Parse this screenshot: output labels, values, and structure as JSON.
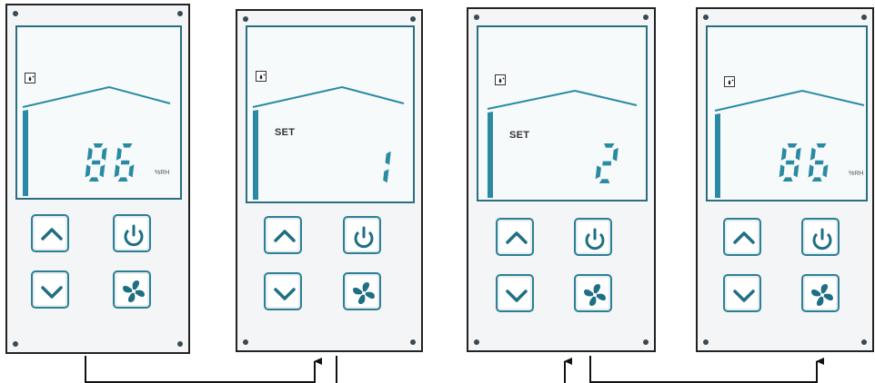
{
  "panels": [
    {
      "id": "panel-1",
      "mode": "reading",
      "set_label": "",
      "value": "86",
      "unit": "%RH"
    },
    {
      "id": "panel-2",
      "mode": "set",
      "set_label": "SET",
      "value": "1",
      "unit": ""
    },
    {
      "id": "panel-3",
      "mode": "set",
      "set_label": "SET",
      "value": "2",
      "unit": ""
    },
    {
      "id": "panel-4",
      "mode": "reading",
      "set_label": "",
      "value": "86",
      "unit": "%RH"
    }
  ],
  "buttons": {
    "up": "chevron-up-icon",
    "down": "chevron-down-icon",
    "power": "power-icon",
    "fan": "fan-icon"
  },
  "colors": {
    "accent": "#2d7f94",
    "segment": "#2b8aa3",
    "frame": "#222222",
    "lcd_border": "#2a6f80"
  }
}
